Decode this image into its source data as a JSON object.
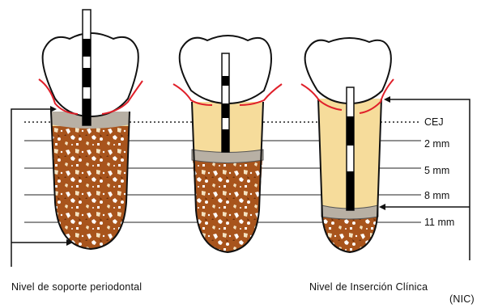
{
  "figure": {
    "levels": [
      {
        "label": "CEJ",
        "depth_mm": 0
      },
      {
        "label": "2 mm",
        "depth_mm": 2
      },
      {
        "label": "5 mm",
        "depth_mm": 5
      },
      {
        "label": "8 mm",
        "depth_mm": 8
      },
      {
        "label": "11 mm",
        "depth_mm": 11
      }
    ],
    "captions": {
      "left": "Nivel de soporte periodontal",
      "right_line1": "Nivel de Inserción Clínica",
      "right_line2": "(NIC)"
    },
    "colors": {
      "bone": "#a8541c",
      "enamel": "#ffffff",
      "root_surface": "#f6dc9b",
      "gingiva": "#e0202a",
      "probe_dark": "#000000",
      "outline": "#111111"
    }
  }
}
